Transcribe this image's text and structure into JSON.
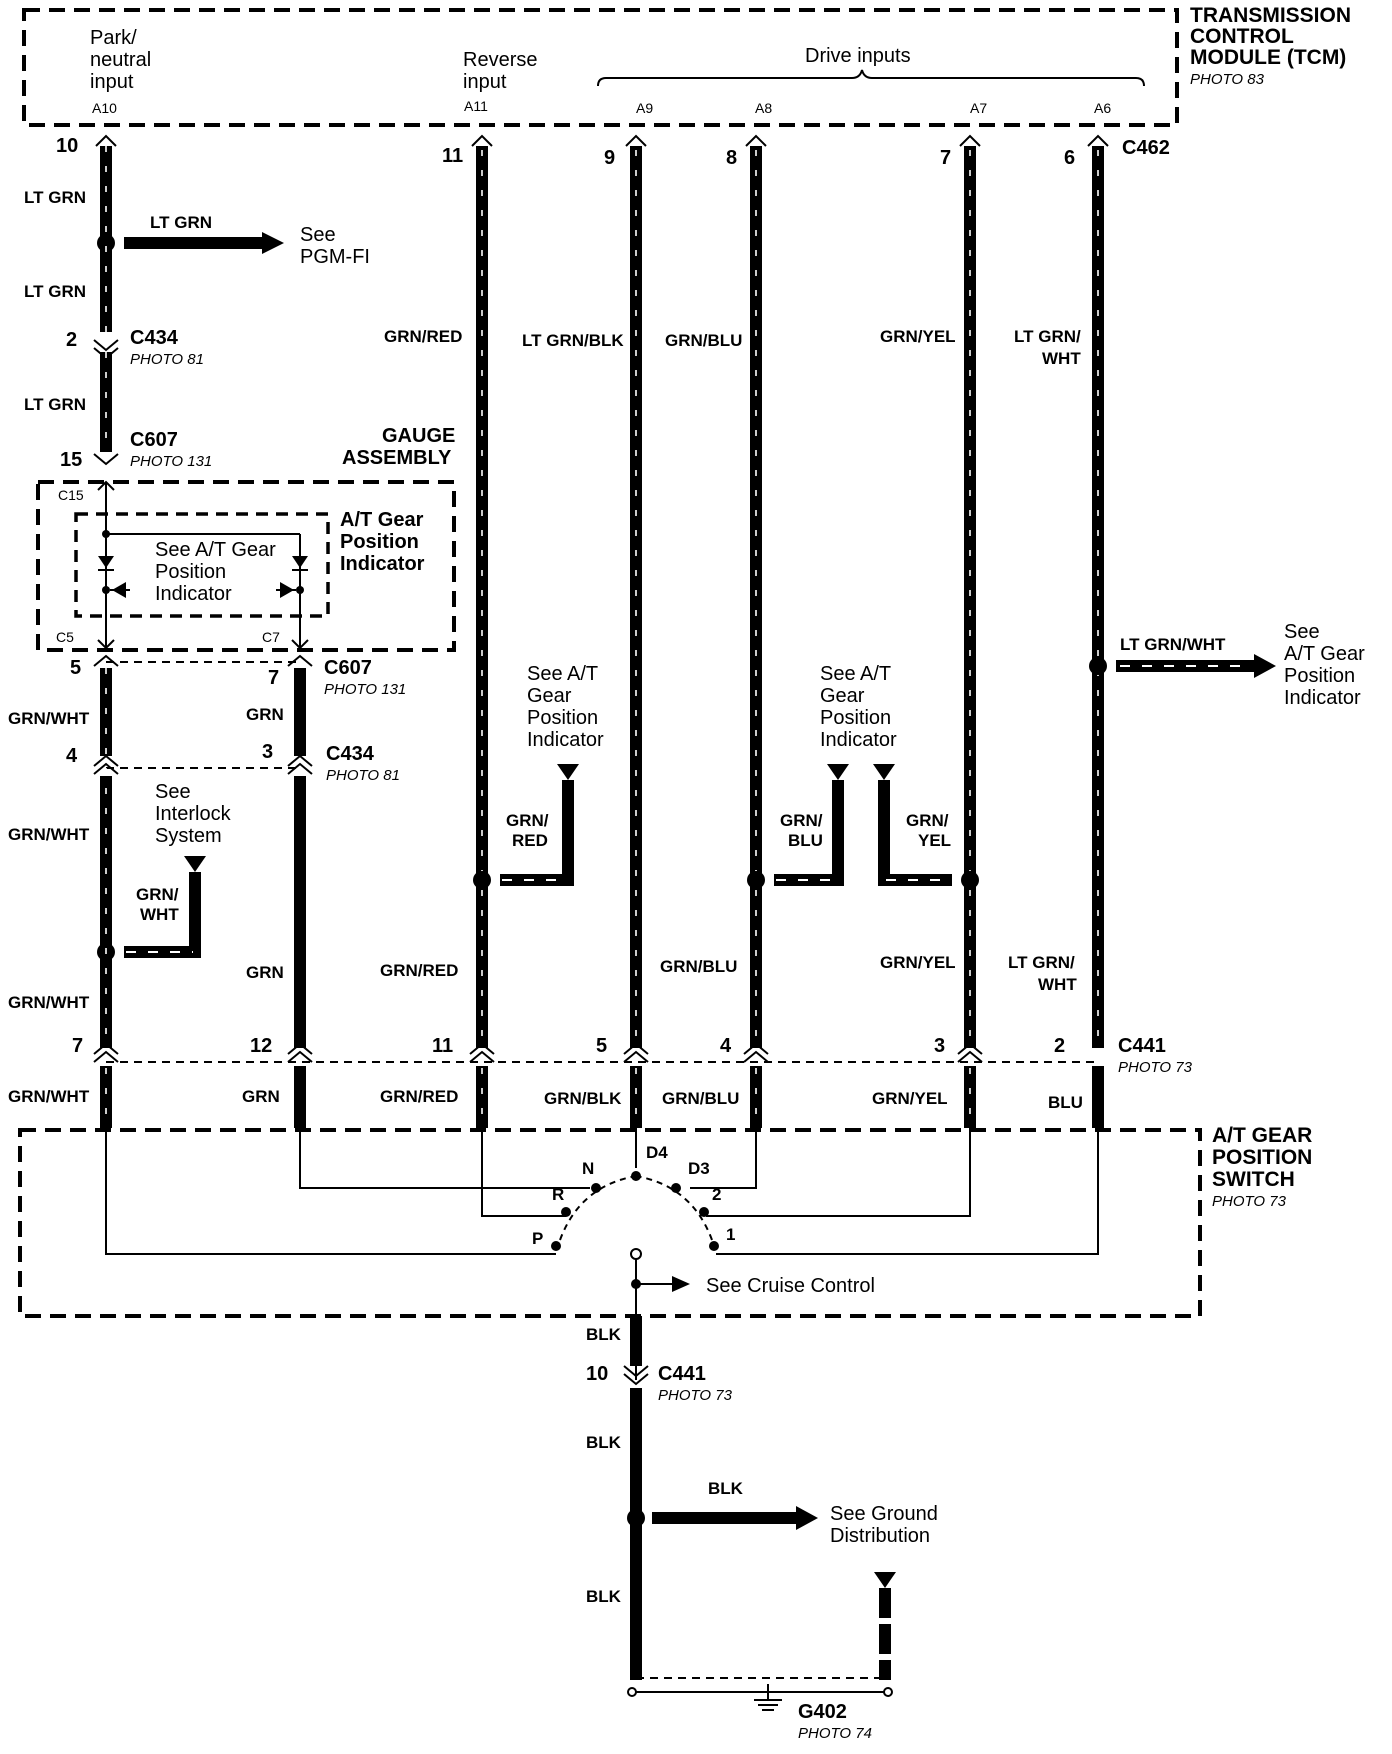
{
  "tcm": {
    "title_line1": "TRANSMISSION",
    "title_line2": "CONTROL",
    "title_line3": "MODULE (TCM)",
    "photo": "PHOTO 83",
    "park_neutral_line1": "Park/",
    "park_neutral_line2": "neutral",
    "park_neutral_line3": "input",
    "reverse_line1": "Reverse",
    "reverse_line2": "input",
    "drive_inputs": "Drive inputs",
    "pins": [
      "A10",
      "A11",
      "A9",
      "A8",
      "A7",
      "A6"
    ],
    "connector": "C462",
    "connector_pins": [
      "10",
      "11",
      "9",
      "8",
      "7",
      "6"
    ]
  },
  "see_pgmfi": {
    "wire": "LT GRN",
    "line1": "See",
    "line2": "PGM-FI"
  },
  "left_wire_labels": [
    "LT GRN",
    "LT GRN",
    "LT GRN"
  ],
  "c434_upper": {
    "pin": "2",
    "name": "C434",
    "photo": "PHOTO 81"
  },
  "c607_upper": {
    "pin": "15",
    "name": "C607",
    "photo": "PHOTO 131"
  },
  "gauge": {
    "title_line1": "GAUGE",
    "title_line2": "ASSEMBLY",
    "sub_line1": "A/T Gear",
    "sub_line2": "Position",
    "sub_line3": "Indicator",
    "inner_line1": "See A/T Gear",
    "inner_line2": "Position",
    "inner_line3": "Indicator",
    "pin_c15": "C15",
    "pin_c5": "C5",
    "pin_c7": "C7"
  },
  "c607_lower": {
    "pin_left": "5",
    "pin_right": "7",
    "name": "C607",
    "photo": "PHOTO 131"
  },
  "c434_lower": {
    "pin_left": "4",
    "pin_right": "3",
    "name": "C434",
    "photo": "PHOTO 81"
  },
  "interlock": {
    "line1": "See",
    "line2": "Interlock",
    "line3": "System",
    "wire_line1": "GRN/",
    "wire_line2": "WHT"
  },
  "mid_labels": {
    "grn_wht_1": "GRN/WHT",
    "grn_wht_2": "GRN/WHT",
    "grn_wht_3": "GRN/WHT",
    "grn_1": "GRN",
    "grn_2": "GRN",
    "grn_red_top": "GRN/RED",
    "grn_red_mid": "GRN/RED",
    "lt_grn_blk": "LT GRN/BLK",
    "grn_blu_top": "GRN/BLU",
    "grn_blu_mid": "GRN/BLU",
    "grn_yel_top": "GRN/YEL",
    "grn_yel_mid": "GRN/YEL",
    "lt_grn_wht_top_1": "LT GRN/",
    "lt_grn_wht_top_2": "WHT",
    "lt_grn_wht_mid_1": "LT GRN/",
    "lt_grn_wht_mid_2": "WHT"
  },
  "see_indicator_red": {
    "line1": "See A/T",
    "line2": "Gear",
    "line3": "Position",
    "line4": "Indicator",
    "wire_line1": "GRN/",
    "wire_line2": "RED"
  },
  "see_indicator_blu_yel": {
    "line1": "See A/T",
    "line2": "Gear",
    "line3": "Position",
    "line4": "Indicator",
    "blu_line1": "GRN/",
    "blu_line2": "BLU",
    "yel_line1": "GRN/",
    "yel_line2": "YEL"
  },
  "see_indicator_right": {
    "wire": "LT GRN/WHT",
    "line1": "See",
    "line2": "A/T Gear",
    "line3": "Position",
    "line4": "Indicator"
  },
  "c441": {
    "name": "C441",
    "photo": "PHOTO 73",
    "pins": [
      "7",
      "12",
      "11",
      "5",
      "4",
      "3",
      "2"
    ],
    "below_labels": [
      "GRN/WHT",
      "GRN",
      "GRN/RED",
      "GRN/BLK",
      "GRN/BLU",
      "GRN/YEL",
      "BLU"
    ]
  },
  "switch": {
    "title_line1": "A/T GEAR",
    "title_line2": "POSITION",
    "title_line3": "SWITCH",
    "photo": "PHOTO 73",
    "positions": [
      "P",
      "R",
      "N",
      "D4",
      "D3",
      "2",
      "1"
    ],
    "see_cruise": "See Cruise Control"
  },
  "ground": {
    "blk_labels": [
      "BLK",
      "BLK",
      "BLK",
      "BLK"
    ],
    "c441_pin": "10",
    "c441_name": "C441",
    "c441_photo": "PHOTO 73",
    "see_line1": "See Ground",
    "see_line2": "Distribution",
    "g402": "G402",
    "g402_photo": "PHOTO 74"
  }
}
